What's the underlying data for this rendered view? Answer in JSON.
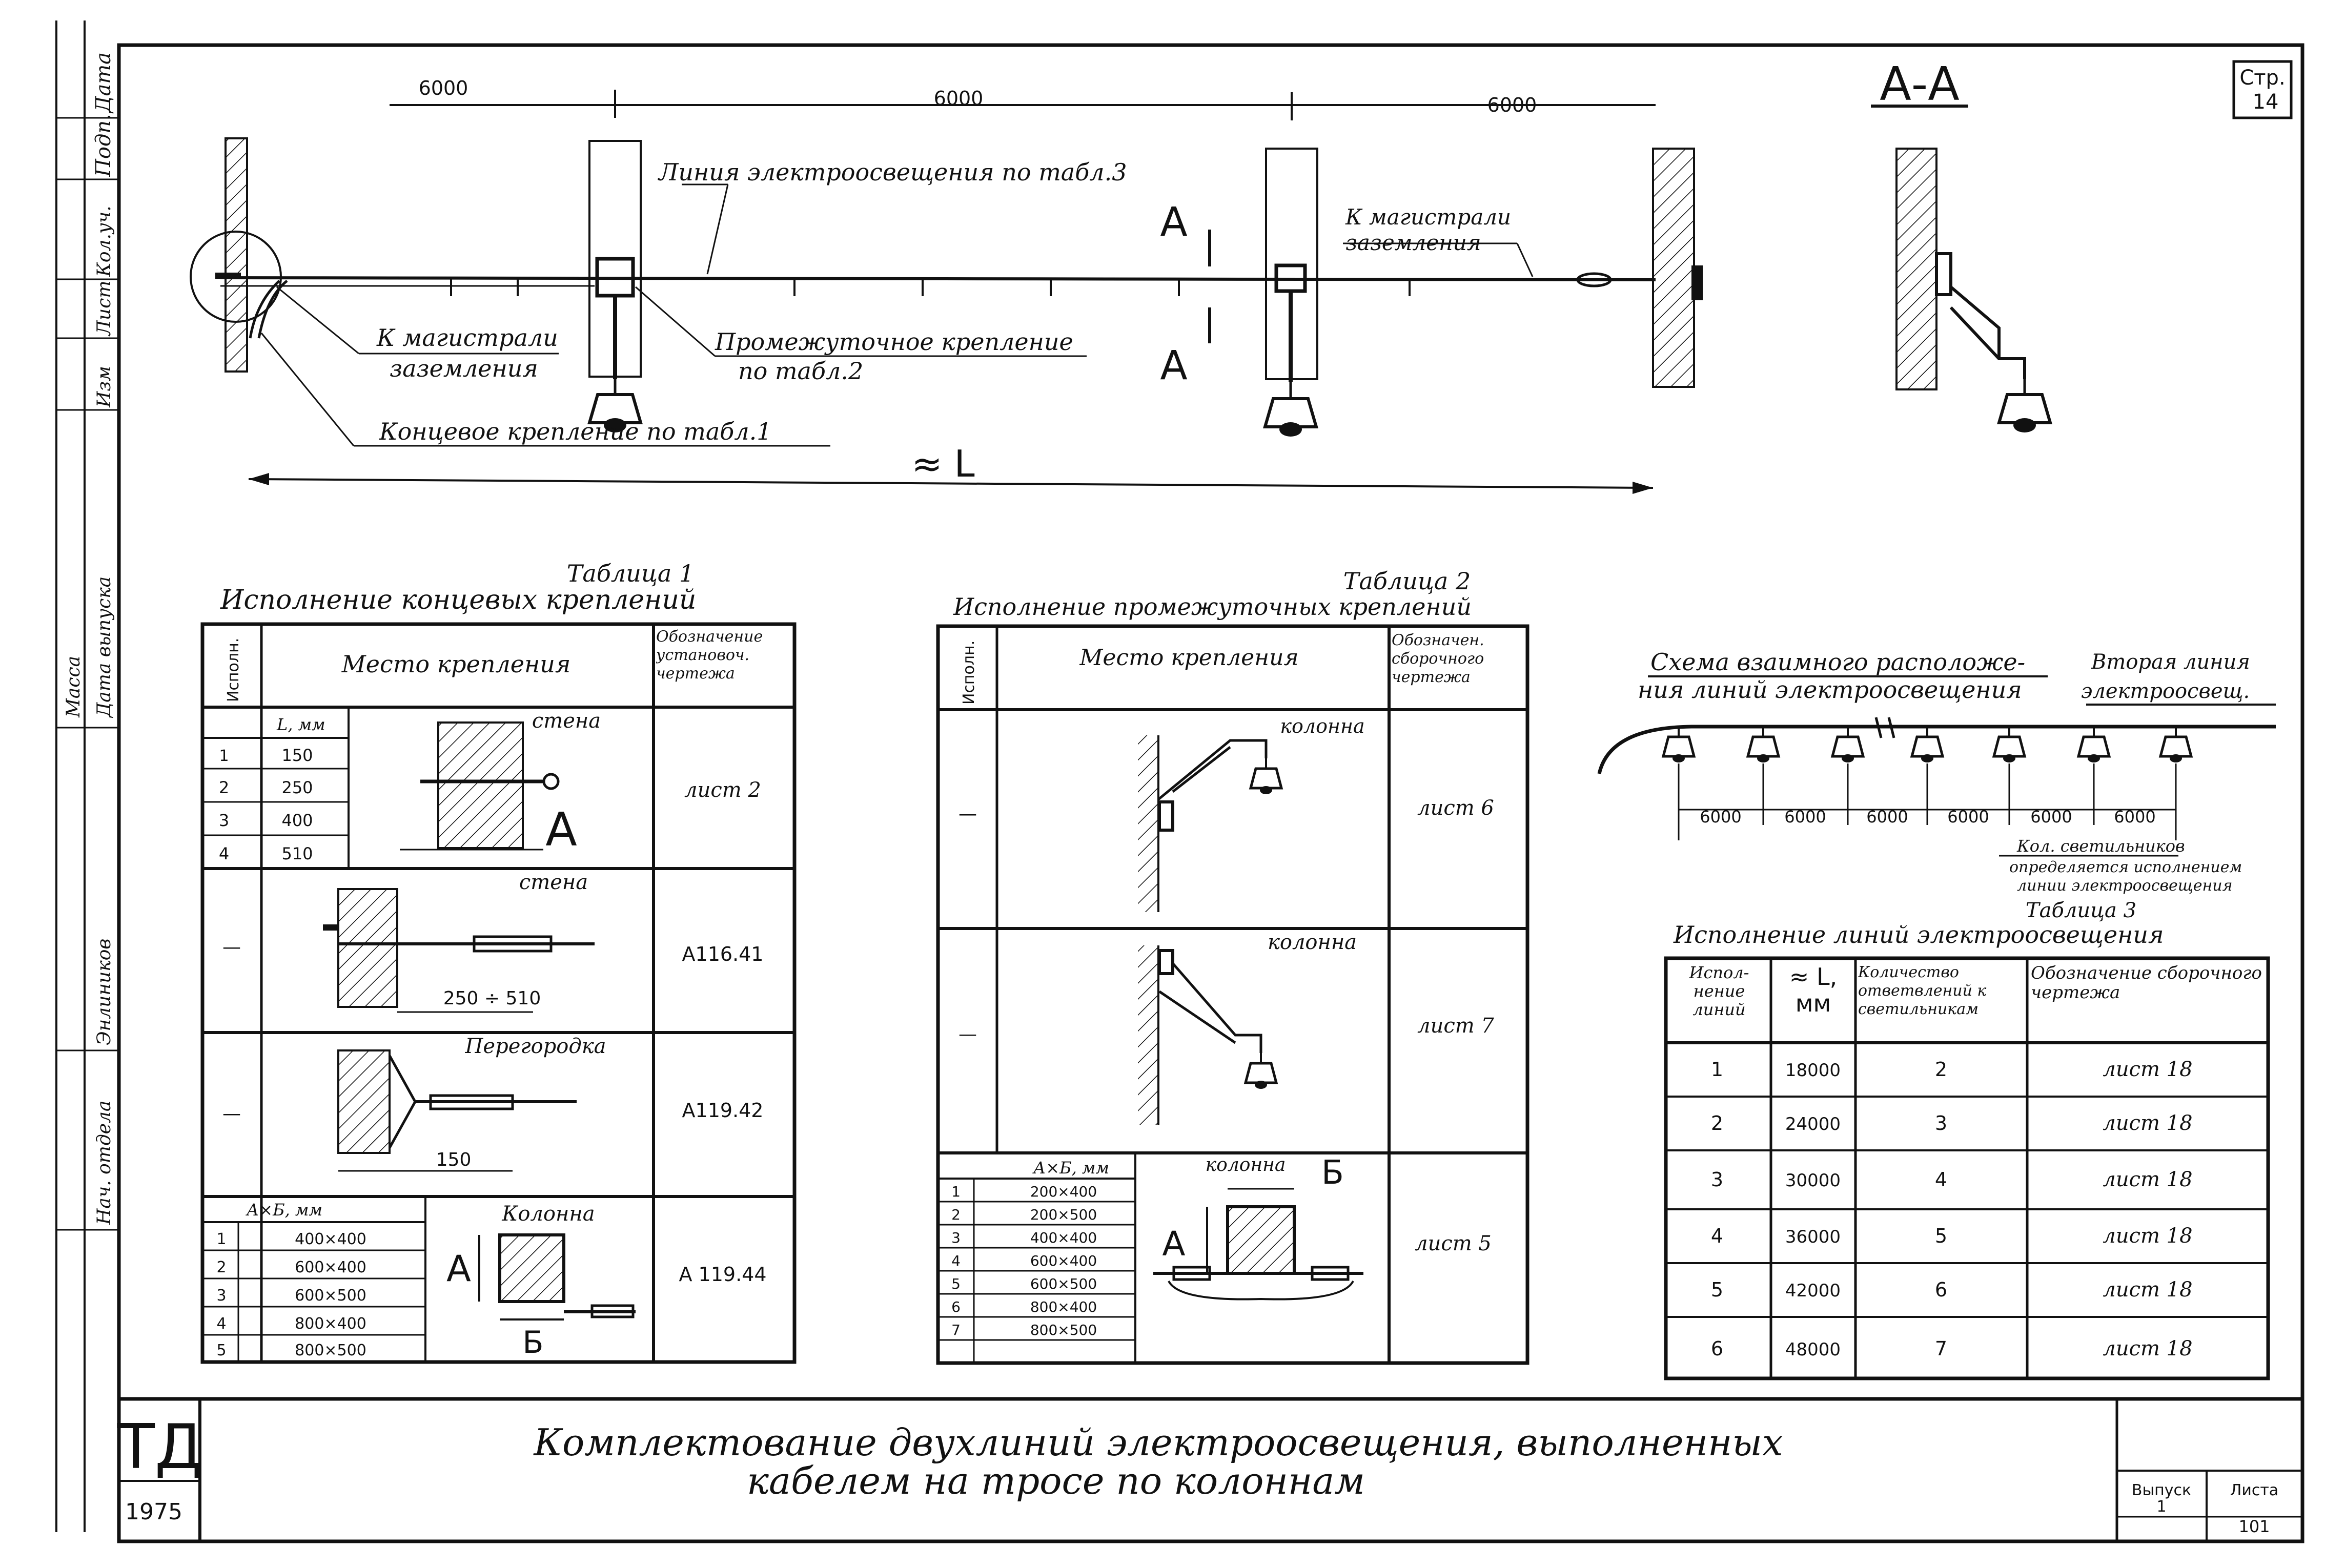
{
  "sheet": {
    "page_code": "Стр.",
    "page_num": "14",
    "stamp_code": "ТД",
    "stamp_year": "1975",
    "title_line1": "Комплектование двухлиний электроосвещения, выполненных",
    "title_line2": "кабелем на тросе по колоннам",
    "issue_label": "Выпуск",
    "issue_value": "1",
    "sheet_label": "Листа",
    "sheet_value": "101"
  },
  "left_margin": {
    "col_labels": [
      "Дата",
      "Подп.",
      "Кол.уч.",
      "Лист",
      "Изм",
      "Масса",
      "Дата выпуска",
      "Энлиников",
      "Нач. отдела"
    ]
  },
  "plan": {
    "dim1": "6000",
    "dim2": "6000",
    "dim3": "6000",
    "label_line": "Линия электроосвещения по табл.3",
    "label_ground_right_1": "К магистрали",
    "label_ground_right_2": "заземления",
    "label_ground_left_1": "К магистрали",
    "label_ground_left_2": "заземления",
    "label_inter_1": "Промежуточное крепление",
    "label_inter_2": "по табл.2",
    "label_end": "Концевое крепление по табл.1",
    "section_mark_top": "А",
    "section_mark_bottom": "А",
    "length_label": "≈ L",
    "section_title": "А-А"
  },
  "table1": {
    "caption": "Таблица 1",
    "title": "Исполнение концевых креплений",
    "col_exec": "Исполн.",
    "col_place": "Место крепления",
    "col_draw": "Обозначение установоч. чертежа",
    "sub_header": "L, мм",
    "lengths": [
      "150",
      "250",
      "400",
      "510"
    ],
    "length_idx": [
      "1",
      "2",
      "3",
      "4"
    ],
    "wall_label": "стена",
    "wall_mark": "А",
    "draw1": "лист 2",
    "wall2_label": "стена",
    "wall2_dim": "250 ÷ 510",
    "draw2": "А116.41",
    "dash2": "—",
    "part_label": "Перегородка",
    "part_dim": "150",
    "draw3": "А119.42",
    "dash3": "—",
    "col_sub_header": "А×Б, мм",
    "col_idx": [
      "1",
      "2",
      "3",
      "4",
      "5"
    ],
    "col_sizes": [
      "400×400",
      "600×400",
      "600×500",
      "800×400",
      "800×500"
    ],
    "column_label": "Колонна",
    "mark_a": "А",
    "mark_b": "Б",
    "draw4": "А 119.44"
  },
  "table2": {
    "caption": "Таблица 2",
    "title": "Исполнение промежуточных креплений",
    "col_exec": "Исполн.",
    "col_place": "Место крепления",
    "col_draw": "Обозначен. сборочного чертежа",
    "r1_dash": "—",
    "r1_label": "колонна",
    "r1_draw": "лист 6",
    "r2_dash": "—",
    "r2_label": "колонна",
    "r2_draw": "лист 7",
    "sub_header": "А×Б, мм",
    "idx": [
      "1",
      "2",
      "3",
      "4",
      "5",
      "6",
      "7"
    ],
    "sizes": [
      "200×400",
      "200×500",
      "400×400",
      "600×400",
      "600×500",
      "800×400",
      "800×500"
    ],
    "r3_label": "колонна",
    "mark_a": "А",
    "mark_b": "Б",
    "r3_draw": "лист 5"
  },
  "scheme": {
    "title_1": "Схема взаимного расположе-",
    "title_2": "ния линий электроосвещения",
    "second_line_1": "Вторая линия",
    "second_line_2": "электроосвещ.",
    "dims": [
      "6000",
      "6000",
      "6000",
      "6000",
      "6000",
      "6000"
    ],
    "note_1": "Кол. светильников",
    "note_2": "определяется исполнением",
    "note_3": "линии электроосвещения"
  },
  "table3": {
    "caption": "Таблица 3",
    "title": "Исполнение линий электроосвещения",
    "h_exec": "Испол-нение линий",
    "h_len": "≈ L, мм",
    "h_qty": "Количество ответвлений к светильникам",
    "h_draw": "Обозначение сборочного чертежа",
    "rows": [
      {
        "exec": "1",
        "len": "18000",
        "qty": "2",
        "draw": "лист 18"
      },
      {
        "exec": "2",
        "len": "24000",
        "qty": "3",
        "draw": "лист 18"
      },
      {
        "exec": "3",
        "len": "30000",
        "qty": "4",
        "draw": "лист 18"
      },
      {
        "exec": "4",
        "len": "36000",
        "qty": "5",
        "draw": "лист 18"
      },
      {
        "exec": "5",
        "len": "42000",
        "qty": "6",
        "draw": "лист 18"
      },
      {
        "exec": "6",
        "len": "48000",
        "qty": "7",
        "draw": "лист 18"
      }
    ]
  }
}
